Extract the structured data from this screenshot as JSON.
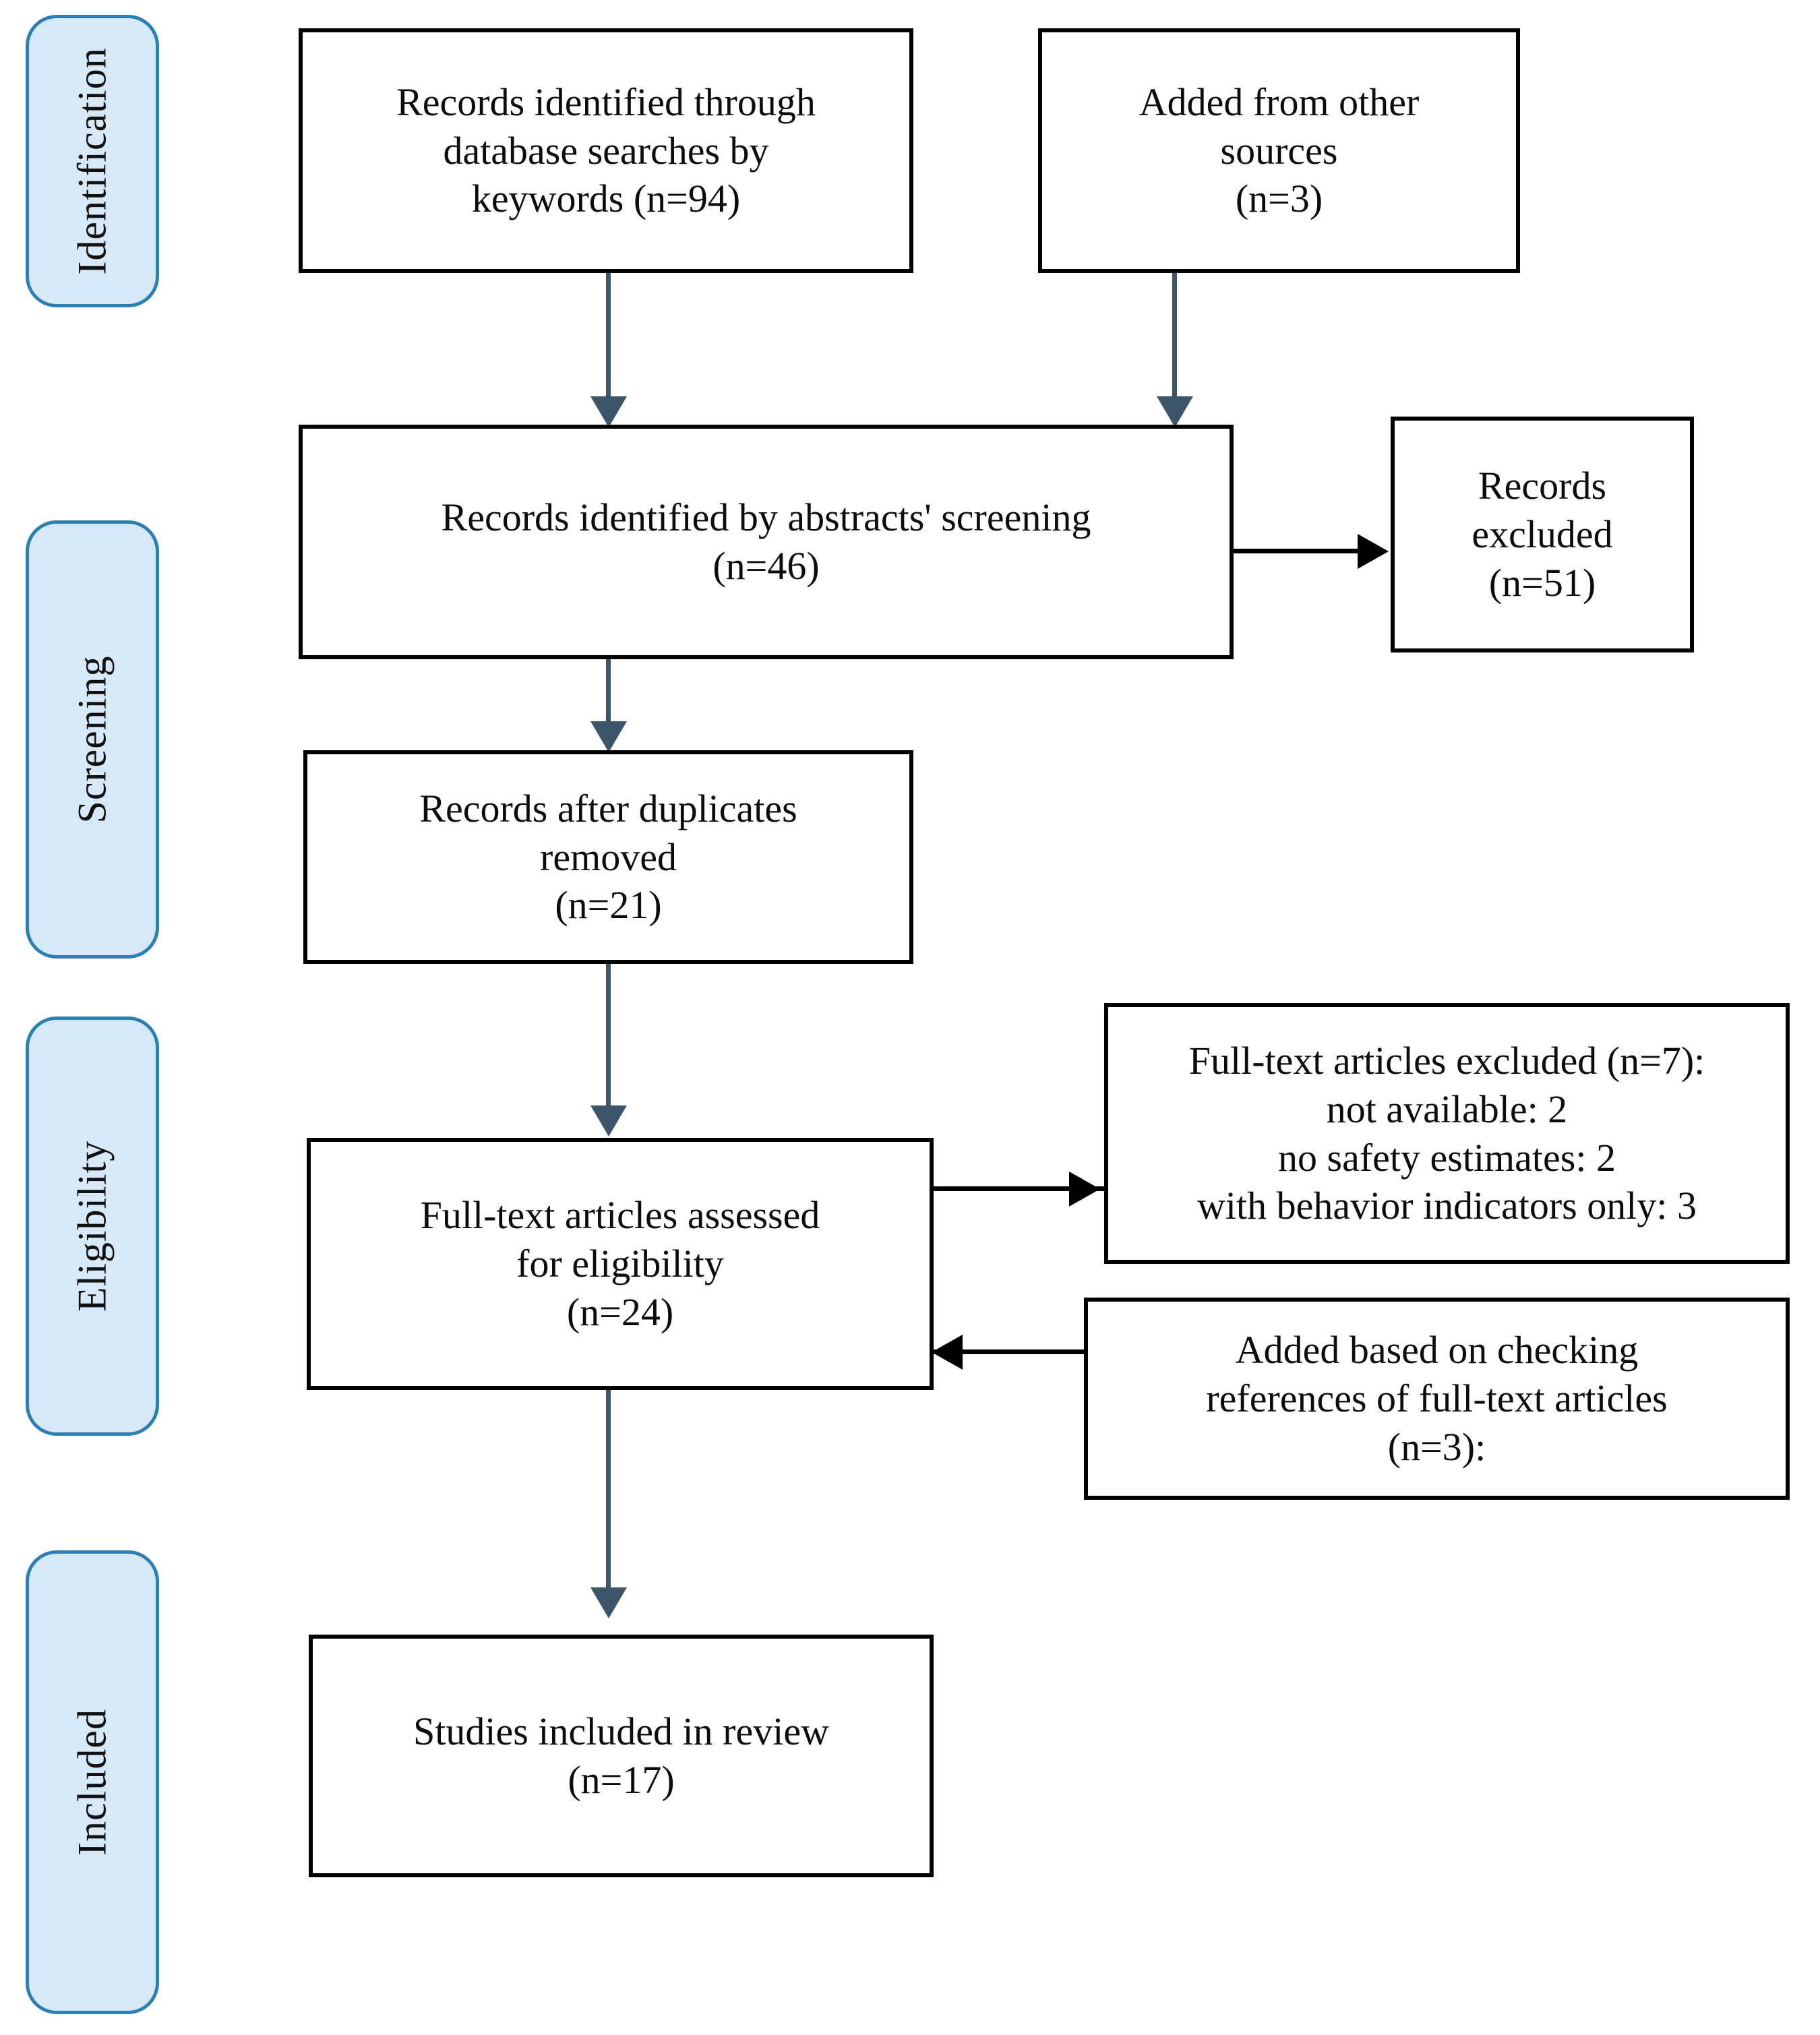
{
  "diagram": {
    "title": "PRISMA study selection flow diagram",
    "colors": {
      "stage_fill": "#d7e9f7",
      "stage_border": "#2a7fb5",
      "box_border": "#000000",
      "flow_arrow": "#3d5568",
      "side_arrow": "#000000",
      "text": "#0c0c0c",
      "background": "#ffffff"
    },
    "stages": [
      {
        "id": "identification",
        "label": "Identification"
      },
      {
        "id": "screening",
        "label": "Screening"
      },
      {
        "id": "eligibility",
        "label": "Eligibility"
      },
      {
        "id": "included",
        "label": "Included"
      }
    ],
    "boxes": [
      {
        "id": "db-search",
        "text": "Records identified through\ndatabase searches by\nkeywords (n=94)"
      },
      {
        "id": "other-sources",
        "text": "Added from other\nsources\n(n=3)"
      },
      {
        "id": "abstract-screen",
        "text": "Records identified by abstracts' screening\n(n=46)"
      },
      {
        "id": "records-excluded",
        "text": "Records\nexcluded\n(n=51)"
      },
      {
        "id": "after-duplicates",
        "text": "Records after duplicates\nremoved\n(n=21)"
      },
      {
        "id": "fulltext-assessed",
        "text": "Full-text articles assessed\nfor eligibility\n(n=24)"
      },
      {
        "id": "fulltext-excluded",
        "text": "Full-text articles excluded (n=7):\nnot available: 2\nno safety estimates: 2\nwith behavior indicators only: 3"
      },
      {
        "id": "added-references",
        "text": "Added based on checking\nreferences of full-text articles\n(n=3):"
      },
      {
        "id": "studies-included",
        "text": "Studies included in review\n(n=17)"
      }
    ],
    "counts": {
      "database_searches": 94,
      "other_sources": 3,
      "abstracts_screened": 46,
      "records_excluded": 51,
      "after_duplicates_removed": 21,
      "fulltext_assessed": 24,
      "fulltext_excluded_total": 7,
      "fulltext_excluded_not_available": 2,
      "fulltext_excluded_no_safety_estimates": 2,
      "fulltext_excluded_behavior_indicators_only": 3,
      "added_from_references": 3,
      "studies_included": 17
    },
    "connectors": [
      {
        "id": "db-to-screen",
        "from": "db-search",
        "to": "abstract-screen",
        "direction": "down"
      },
      {
        "id": "other-to-screen",
        "from": "other-sources",
        "to": "abstract-screen",
        "direction": "down"
      },
      {
        "id": "screen-to-excluded",
        "from": "abstract-screen",
        "to": "records-excluded",
        "direction": "right"
      },
      {
        "id": "screen-to-duplicates",
        "from": "abstract-screen",
        "to": "after-duplicates",
        "direction": "down"
      },
      {
        "id": "duplicates-to-fulltext",
        "from": "after-duplicates",
        "to": "fulltext-assessed",
        "direction": "down"
      },
      {
        "id": "fulltext-to-excluded",
        "from": "fulltext-assessed",
        "to": "fulltext-excluded",
        "direction": "right"
      },
      {
        "id": "references-to-fulltext",
        "from": "added-references",
        "to": "fulltext-assessed",
        "direction": "left"
      },
      {
        "id": "fulltext-to-included",
        "from": "fulltext-assessed",
        "to": "studies-included",
        "direction": "down"
      }
    ]
  }
}
